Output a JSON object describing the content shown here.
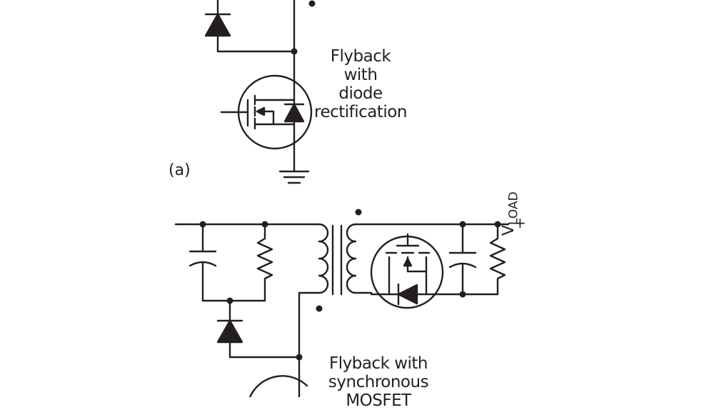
{
  "colors": {
    "ink": "#231f20",
    "background": "#ffffff"
  },
  "figure": {
    "panel_a": {
      "tag": "(a)",
      "caption_lines": [
        "Flyback with",
        "diode",
        "rectification"
      ]
    },
    "panel_b": {
      "caption_lines": [
        "Flyback with",
        "synchronous",
        "MOSFET"
      ],
      "load_label_main": "V",
      "load_label_sub": "LOAD",
      "polarity_plus": "+"
    }
  }
}
